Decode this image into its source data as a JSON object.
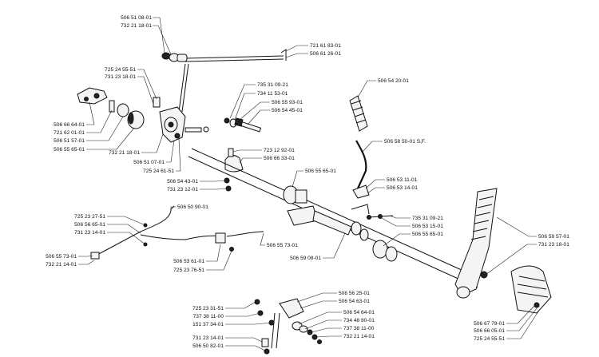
{
  "labels": {
    "l01": "506 51 08-01",
    "l02": "732 21 18-01",
    "l03": "721 61 83-01",
    "l04": "506 61 26-01",
    "l05": "725 24 55-51",
    "l06": "731 23 18-01",
    "l07": "735 31 09-21",
    "l08": "734 11 53-01",
    "l09": "506 55 93-01",
    "l10": "506 54 45-01",
    "l11": "506 54 20-01",
    "l12": "506 66 64-01",
    "l13": "721 62 01-01",
    "l14": "506 51 57-01",
    "l15": "506 55 65-01",
    "l16": "732 21 18-01",
    "l17": "506 51 07-01",
    "l18": "725 24 61-51",
    "l19": "723 12 92-01",
    "l20": "506 66 33-01",
    "l21": "506 58 50-01 S,F.",
    "l22": "506 54 43-01",
    "l23": "731 23 12-01",
    "l24": "506 55 65-01",
    "l25": "506 53 11-01",
    "l26": "506 53 14-01",
    "l27": "506 50 90-01",
    "l28": "725 23 27-51",
    "l29": "506 56 65-01",
    "l30": "731 23 14-01",
    "l31": "735 31 09-21",
    "l32": "506 53 15-01",
    "l33": "506 55 65-01",
    "l34": "506 55 73-01",
    "l35": "506 59 57-01",
    "l36": "731 23 18-01",
    "l37": "506 55 73-01",
    "l38": "732 21 14-01",
    "l39": "506 59 08-01",
    "l40": "506 53 61-01",
    "l41": "725 23 76-51",
    "l42": "506 56 25-01",
    "l43": "506 54 63-01",
    "l44": "725 23 31-51",
    "l45": "737 38 11-00",
    "l46": "151 37 34-01",
    "l47": "506 54 64-01",
    "l48": "734 48 80-01",
    "l49": "737 38 11-00",
    "l50": "732 21 14-01",
    "l51": "506 67 79-01",
    "l52": "506 66 05-01",
    "l53": "725 24 55-51",
    "l54": "731 23 14-01",
    "l55": "506 50 82-01"
  }
}
